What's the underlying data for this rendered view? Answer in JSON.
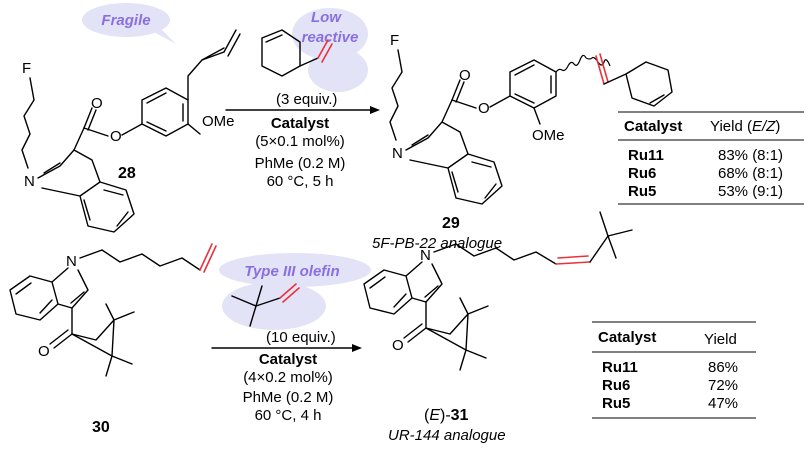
{
  "top": {
    "bubble_fragile": "Fragile",
    "bubble_low_reactive_1": "Low",
    "bubble_low_reactive_2": "reactive",
    "sm_label": "28",
    "product_label": "29",
    "product_name": "5F-PB-22 analogue",
    "f_atom": "F",
    "f_atom_product": "F",
    "n_atom": "N",
    "n_atom_product": "N",
    "ome": "OMe",
    "ome_product": "OMe",
    "o_ester_1": "O",
    "o_ester_2": "O",
    "o_ester_p1": "O",
    "o_ester_p2": "O",
    "conditions": {
      "equiv": "(3 equiv.)",
      "catalyst": "Catalyst",
      "loading": "(5×0.1 mol%)",
      "solvent": "PhMe (0.2 M)",
      "temp_time": "60 °C, 5 h"
    },
    "table": {
      "col_catalyst": "Catalyst",
      "col_yield_prefix": "Yield (",
      "col_yield_ez": "E/Z",
      "col_yield_suffix": ")",
      "rows": [
        {
          "catalyst": "Ru11",
          "yield": "83% (8:1)"
        },
        {
          "catalyst": "Ru6",
          "yield": "68% (8:1)"
        },
        {
          "catalyst": "Ru5",
          "yield": "53% (9:1)"
        }
      ]
    }
  },
  "bottom": {
    "bubble_type3": "Type III olefin",
    "sm_label": "30",
    "product_label_prefix": "(",
    "product_label_e": "E",
    "product_label_suffix": ")-",
    "product_label_num": "31",
    "product_name": "UR-144 analogue",
    "n_atom": "N",
    "n_atom_product": "N",
    "o_ketone": "O",
    "o_ketone_product": "O",
    "conditions": {
      "equiv": "(10 equiv.)",
      "catalyst": "Catalyst",
      "loading": "(4×0.2 mol%)",
      "solvent": "PhMe (0.2 M)",
      "temp_time": "60 °C, 4 h"
    },
    "table": {
      "col_catalyst": "Catalyst",
      "col_yield": "Yield",
      "rows": [
        {
          "catalyst": "Ru11",
          "yield": "86%"
        },
        {
          "catalyst": "Ru6",
          "yield": "72%"
        },
        {
          "catalyst": "Ru5",
          "yield": "47%"
        }
      ]
    }
  },
  "colors": {
    "bubble_fill": "#e3e3f8",
    "bubble_text": "#8a6fe0",
    "new_bond": "#e8323c"
  }
}
